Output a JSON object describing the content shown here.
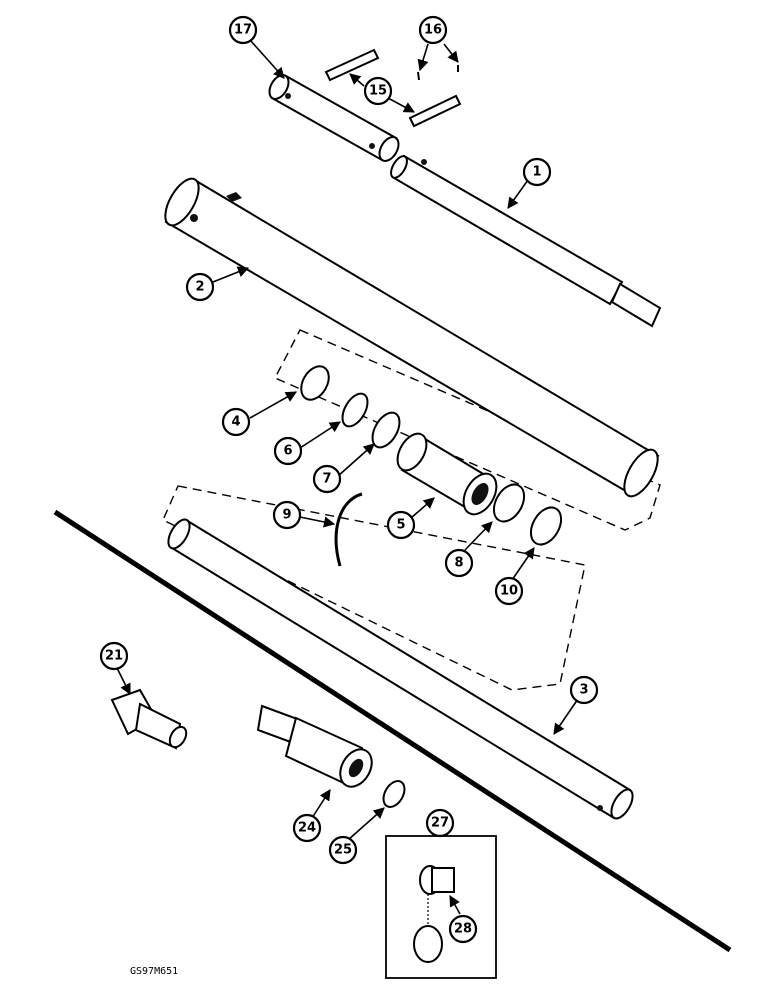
{
  "figure_code": "GS97M651",
  "callouts": {
    "c1": "1",
    "c2": "2",
    "c3": "3",
    "c4": "4",
    "c5": "5",
    "c6": "6",
    "c7": "7",
    "c8": "8",
    "c9": "9",
    "c10": "10",
    "c15": "15",
    "c16": "16",
    "c17": "17",
    "c21": "21",
    "c24": "24",
    "c25": "25",
    "c27": "27",
    "c28": "28"
  }
}
